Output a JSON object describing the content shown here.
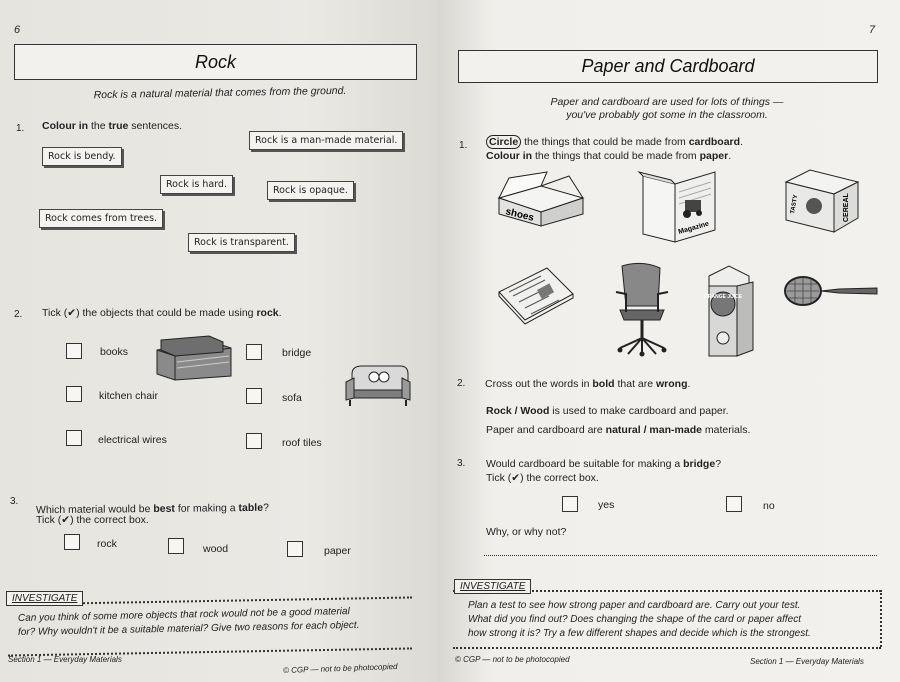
{
  "left": {
    "page_number": "6",
    "title": "Rock",
    "intro": "Rock is a natural material that comes from the ground.",
    "q1": {
      "number": "1.",
      "prompt_bold": "Colour in",
      "prompt_mid": " the ",
      "prompt_bold2": "true",
      "prompt_end": " sentences.",
      "sentences": [
        "Rock is a man-made material.",
        "Rock is bendy.",
        "Rock is hard.",
        "Rock is opaque.",
        "Rock comes from trees.",
        "Rock is transparent."
      ]
    },
    "q2": {
      "number": "2.",
      "prompt": "Tick (✔) the objects that could be made using ",
      "prompt_bold": "rock",
      "prompt_end": ".",
      "items": [
        "books",
        "bridge",
        "kitchen chair",
        "sofa",
        "electrical wires",
        "roof tiles"
      ]
    },
    "q3": {
      "number": "3.",
      "prompt": "Which material would be ",
      "prompt_bold": "best",
      "prompt_mid": " for making a ",
      "prompt_bold2": "table",
      "prompt_end": "?",
      "sub": "Tick (✔) the correct box.",
      "options": [
        "rock",
        "wood",
        "paper"
      ]
    },
    "investigate": {
      "tag": "INVESTIGATE",
      "text1": "Can you think of some more objects that rock would not be a good material",
      "text2": "for? Why wouldn't it be a suitable material? Give two reasons for each object."
    },
    "footer_left": "Section 1 — Everyday Materials",
    "footer_right": "© CGP — not to be photocopied"
  },
  "right": {
    "page_number": "7",
    "title": "Paper and Cardboard",
    "intro1": "Paper and cardboard are used for lots of things —",
    "intro2": "you've probably got some in the classroom.",
    "q1": {
      "number": "1.",
      "circle_word": "Circle",
      "line1_end": " the things that could be made from ",
      "line1_bold": "cardboard",
      "line2_bold": "Colour in",
      "line2_end": " the things that could be made from ",
      "line2_bold2": "paper",
      "box_label": "shoes",
      "magazine_label": "Magazine",
      "juice_label": "ORANGE JUICE",
      "cereal_tasty": "TASTY",
      "cereal_label": "CEREAL"
    },
    "q2": {
      "number": "2.",
      "prompt": "Cross out the words in ",
      "prompt_bold": "bold",
      "prompt_mid": " that are ",
      "prompt_bold2": "wrong",
      "prompt_end": ".",
      "line1_bold": "Rock / Wood",
      "line1_end": " is used to make cardboard and paper.",
      "line2_start": "Paper and cardboard are ",
      "line2_bold": "natural / man-made",
      "line2_end": " materials."
    },
    "q3": {
      "number": "3.",
      "prompt": "Would cardboard be suitable for making a ",
      "prompt_bold": "bridge",
      "prompt_end": "?",
      "sub": "Tick (✔) the correct box.",
      "options": [
        "yes",
        "no"
      ],
      "why": "Why, or why not?"
    },
    "investigate": {
      "tag": "INVESTIGATE",
      "text1": "Plan a test to see how strong paper and cardboard are.  Carry out your test.",
      "text2": "What did you find out?  Does changing the shape of the card or paper affect",
      "text3": "how strong it is?  Try a few different shapes and decide which is the strongest."
    },
    "footer_left": "© CGP — not to be photocopied",
    "footer_right": "Section 1 — Everyday Materials"
  }
}
